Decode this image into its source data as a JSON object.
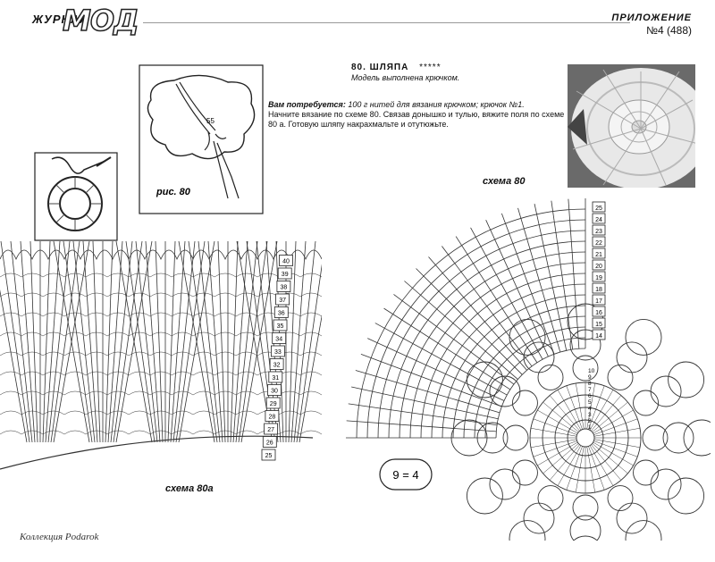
{
  "header": {
    "magazine_small": "ЖУРНАЛ",
    "magazine_big": "МОД",
    "appendix": "ПРИЛОЖЕНИЕ",
    "issue": "№4 (488)"
  },
  "pattern": {
    "title": "80. ШЛЯПА",
    "rating": "*****",
    "subtitle": "Модель выполнена крючком.",
    "need_label": "Вам потребуется:",
    "need_text": " 100 г нитей для вязания крючком; крючок №1.",
    "steps": "Начните вязание по схеме 80. Связав донышко и тулью, вяжите поля по схеме 80 а. Готовую шляпу накрахмальте и отутюжьте."
  },
  "figure": {
    "caption": "рис. 80",
    "label_55": "55"
  },
  "scheme_80": {
    "caption": "схема 80",
    "center_rows": [
      "1",
      "2",
      "3",
      "4",
      "5",
      "6",
      "7",
      "8",
      "9",
      "10"
    ],
    "rows": [
      "14",
      "15",
      "16",
      "17",
      "18",
      "19",
      "20",
      "21",
      "22",
      "23",
      "24",
      "25"
    ]
  },
  "scheme_80a": {
    "caption": "схема 80а",
    "rows": [
      "25",
      "26",
      "27",
      "28",
      "29",
      "30",
      "31",
      "32",
      "33",
      "34",
      "35",
      "36",
      "37",
      "38",
      "39",
      "40"
    ]
  },
  "legend_note": "9 = 4",
  "credit": "Коллекция Podarok"
}
